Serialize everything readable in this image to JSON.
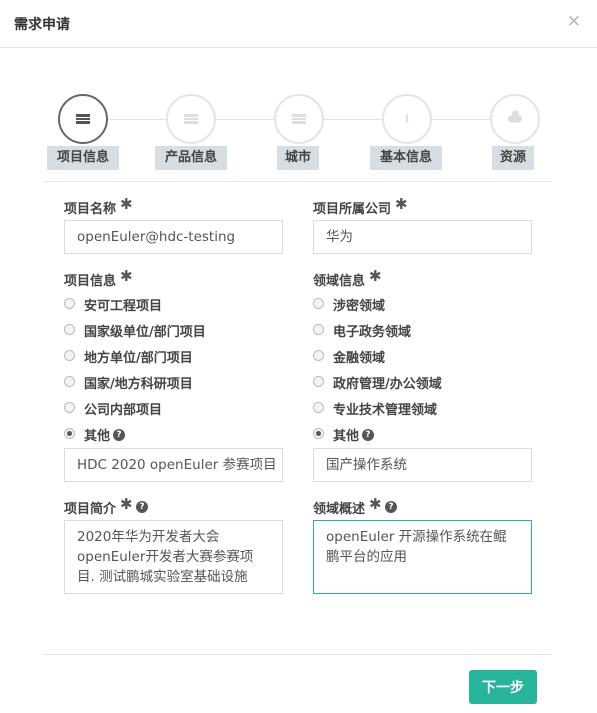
{
  "modal": {
    "title": "需求申请",
    "close_symbol": "×"
  },
  "steps": [
    {
      "label": "项目信息",
      "icon": "database-icon",
      "active": true
    },
    {
      "label": "产品信息",
      "icon": "database-icon",
      "active": false
    },
    {
      "label": "城市",
      "icon": "database-icon",
      "active": false
    },
    {
      "label": "基本信息",
      "icon": "info-icon",
      "active": false
    },
    {
      "label": "资源",
      "icon": "cloud-icon",
      "active": false
    }
  ],
  "form": {
    "project_name": {
      "label": "项目名称",
      "value": "openEuler@hdc-testing"
    },
    "company": {
      "label": "项目所属公司",
      "value": "华为"
    },
    "project_info": {
      "label": "项目信息",
      "options": [
        "安可工程项目",
        "国家级单位/部门项目",
        "地方单位/部门项目",
        "国家/地方科研项目",
        "公司内部项目",
        "其他"
      ],
      "selected": "其他",
      "other_value": "HDC 2020 openEuler 参赛项目"
    },
    "domain_info": {
      "label": "领域信息",
      "options": [
        "涉密领域",
        "电子政务领域",
        "金融领域",
        "政府管理/办公领域",
        "专业技术管理领域",
        "其他"
      ],
      "selected": "其他",
      "other_value": "国产操作系统"
    },
    "project_summary": {
      "label": "项目简介",
      "value": "2020年华为开发者大会openEuler开发者大赛参赛项目. 测试鹏城实验室基础设施"
    },
    "domain_summary": {
      "label": "领域概述",
      "value": "openEuler 开源操作系统在鲲鹏平台的应用"
    },
    "required_mark": "✱",
    "help_mark": "?"
  },
  "footer": {
    "next_label": "下一步"
  },
  "colors": {
    "primary": "#26b59a",
    "step_label_bg": "#d6dee4",
    "focus_border": "#2fae9a"
  }
}
